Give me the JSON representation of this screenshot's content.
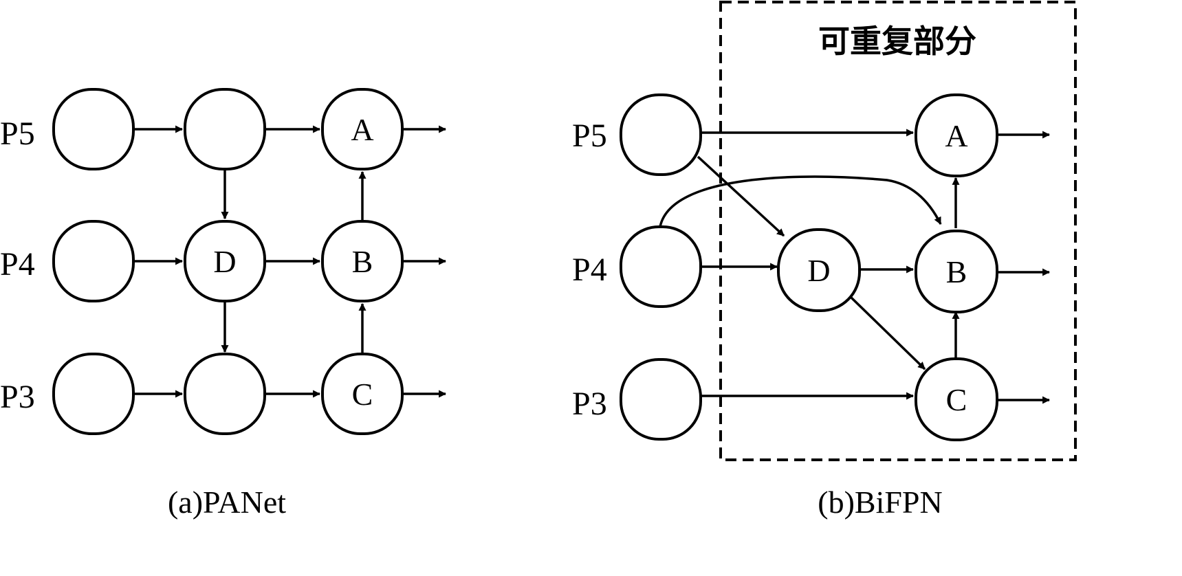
{
  "panet": {
    "caption": "(a)PANet",
    "row_labels": {
      "p5": "P5",
      "p4": "P4",
      "p3": "P3"
    },
    "node_labels": {
      "a": "A",
      "b": "B",
      "c": "C",
      "d": "D"
    }
  },
  "bifpn": {
    "caption": "(b)BiFPN",
    "repeat_title": "可重复部分",
    "row_labels": {
      "p5": "P5",
      "p4": "P4",
      "p3": "P3"
    },
    "node_labels": {
      "a": "A",
      "b": "B",
      "c": "C",
      "d": "D"
    }
  },
  "colors": {
    "stroke": "#000000",
    "background": "#ffffff"
  }
}
